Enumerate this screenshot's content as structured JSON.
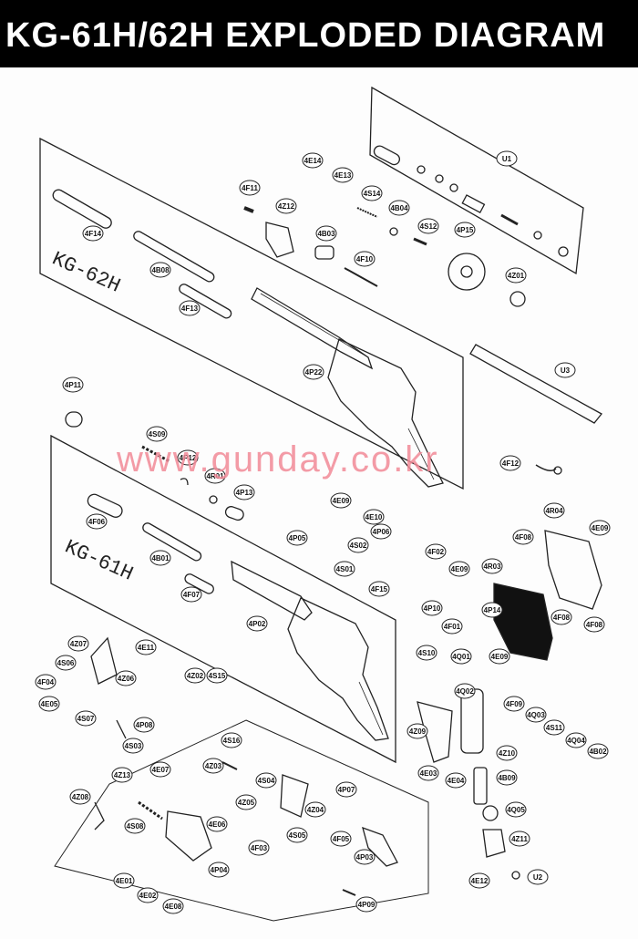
{
  "title": "KG-61H/62H EXPLODED DIAGRAM",
  "watermark": "www.gunday.co.kr",
  "models": [
    "KG-62H",
    "KG-61H"
  ],
  "parts": [
    "U1",
    "4E14",
    "4E13",
    "4S14",
    "4B04",
    "4S12",
    "4P15",
    "4Z01",
    "4F11",
    "4Z12",
    "4B03",
    "4F10",
    "4F14",
    "4B08",
    "4F13",
    "4P22",
    "U3",
    "4F12",
    "4P11",
    "4S09",
    "4P12",
    "4R01",
    "4P13",
    "4F06",
    "4B01",
    "4F07",
    "4P02",
    "4E09",
    "4E10",
    "4P05",
    "4P06",
    "4S02",
    "4S01",
    "4F02",
    "4R04",
    "4F08",
    "4E09",
    "4E09",
    "4F15",
    "4P10",
    "4R03",
    "4P14",
    "4F08",
    "4F08",
    "4E09",
    "4F01",
    "4E11",
    "4Z07",
    "4S06",
    "4Z06",
    "4F04",
    "4E05",
    "4S07",
    "4Z02",
    "4S15",
    "4S10",
    "4Q01",
    "4Q02",
    "4F09",
    "4P08",
    "4S03",
    "4Z09",
    "4Q03",
    "4S11",
    "4Q04",
    "4B02",
    "4S16",
    "4Z03",
    "4E03",
    "4E04",
    "4Z10",
    "4B09",
    "4E07",
    "4Z13",
    "4S04",
    "4Z08",
    "4S08",
    "4Z05",
    "4Z04",
    "4P07",
    "4Q05",
    "4E06",
    "4S05",
    "4F05",
    "4F03",
    "4P03",
    "4Z11",
    "4E01",
    "4E02",
    "4P04",
    "4E08",
    "4E12",
    "U2",
    "4P09"
  ]
}
